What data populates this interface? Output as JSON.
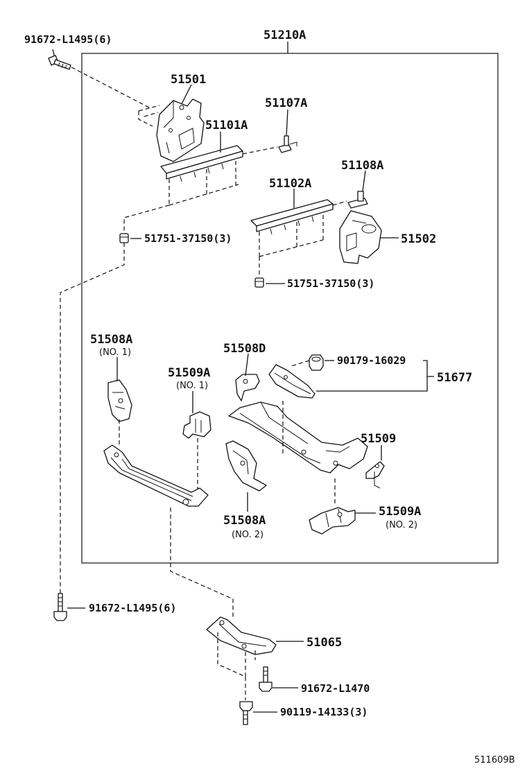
{
  "labels": {
    "p51210A": "51210A",
    "p91672_L1495_top": "91672-L1495(6)",
    "p51501": "51501",
    "p51107A": "51107A",
    "p51101A": "51101A",
    "p51108A": "51108A",
    "p51102A": "51102A",
    "p51751_a": "51751-37150(3)",
    "p51502": "51502",
    "p51751_b": "51751-37150(3)",
    "p51508A_1": "51508A",
    "p51508A_1_note": "(NO. 1)",
    "p51508D": "51508D",
    "p51509A_1": "51509A",
    "p51509A_1_note": "(NO. 1)",
    "p90179": "90179-16029",
    "p51677": "51677",
    "p51509": "51509",
    "p51508A_2": "51508A",
    "p51508A_2_note": "(NO. 2)",
    "p51509A_2": "51509A",
    "p51509A_2_note": "(NO. 2)",
    "p91672_L1495_bottom": "91672-L1495(6)",
    "p51065": "51065",
    "p91672_L1470": "91672-L1470",
    "p90119": "90119-14133(3)"
  },
  "diagram_code": "511609B"
}
